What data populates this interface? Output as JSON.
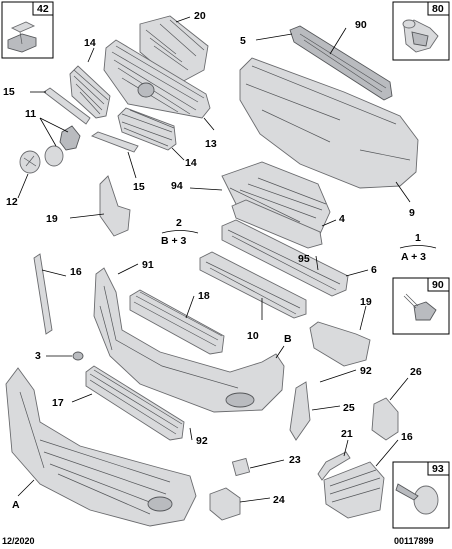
{
  "callouts": {
    "c42": "42",
    "c80": "80",
    "c20": "20",
    "c90a": "90",
    "c5": "5",
    "c14a": "14",
    "c15a": "15",
    "c11": "11",
    "c13": "13",
    "c14b": "14",
    "c12": "12",
    "c15b": "15",
    "c94": "94",
    "c9": "9",
    "c19a": "19",
    "c2": "2",
    "c2sub": "B + 3",
    "c4": "4",
    "c1": "1",
    "c1sub": "A + 3",
    "c16a": "16",
    "c91": "91",
    "c95": "95",
    "c6": "6",
    "c90b": "90",
    "c18": "18",
    "c19b": "19",
    "c10": "10",
    "cB": "B",
    "c3": "3",
    "c92a": "92",
    "c26": "26",
    "c17": "17",
    "c25": "25",
    "c92b": "92",
    "c21": "21",
    "c16b": "16",
    "c23": "23",
    "c93": "93",
    "cA": "A",
    "c24": "24"
  },
  "footer": {
    "date": "12/2020",
    "ref": "00117899"
  },
  "colors": {
    "part_fill": "#d9dadc",
    "part_stroke": "#6a6b6e",
    "dark_part": "#b9bbbf"
  }
}
